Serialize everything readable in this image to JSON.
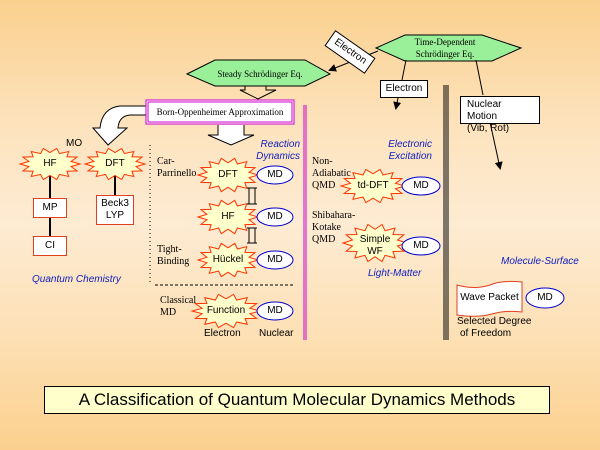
{
  "title": "A Classification of Quantum Molecular Dynamics Methods",
  "top": {
    "tdse": [
      "Time-Dependent",
      "Schrödinger Eq."
    ],
    "steady": "Steady Schrödinger Eq.",
    "electron_tilted": "Electron",
    "electron_box": "Electron",
    "nuclear_motion": [
      "Nuclear Motion",
      "(Vib, Rot)"
    ],
    "born_oppenheimer": "Born-Oppenheimer Approximation"
  },
  "quantum_chemistry": {
    "header": "MO",
    "hf": "HF",
    "dft": "DFT",
    "mp": "MP",
    "ci": "CI",
    "beck3lyp": [
      "Beck3",
      "LYP"
    ],
    "caption": "Quantum Chemistry"
  },
  "reaction_dynamics": {
    "header": [
      "Reaction",
      "Dynamics"
    ],
    "car_parrinello": [
      "Car-",
      "Parrinello"
    ],
    "tight_binding": [
      "Tight-",
      "Binding"
    ],
    "classical_md": [
      "Classical",
      "MD"
    ],
    "dft": "DFT",
    "hf": "HF",
    "huckel": "Hückel",
    "function": "Function",
    "md": "MD",
    "electron_label": "Electron",
    "nuclear_label": "Nuclear"
  },
  "electronic_excitation": {
    "header": [
      "Electronic",
      "Excitation"
    ],
    "non_adiabatic": [
      "Non-",
      "Adiabatic",
      "QMD"
    ],
    "shibahara": [
      "Shibahara-",
      "Kotake",
      "QMD"
    ],
    "td_dft": "td-DFT",
    "simple_wf": [
      "Simple",
      "WF"
    ],
    "md": "MD",
    "caption": "Light-Matter"
  },
  "molecule_surface": {
    "caption": "Molecule-Surface",
    "wave_packet": "Wave Packet",
    "md": "MD",
    "selected": [
      "Selected Degree",
      "of Freedom"
    ]
  },
  "colors": {
    "hexagon_fill": "#99f099",
    "star_fill": "#ffffcc",
    "star_stroke": "#ff3300",
    "ellipse_stroke": "#0000cc",
    "bo_border": "#cc00cc",
    "section_divider": "#cc00cc",
    "caption_blue": "#1020c0",
    "redbox_border": "#e04020",
    "title_fill": "#ffffcc"
  }
}
